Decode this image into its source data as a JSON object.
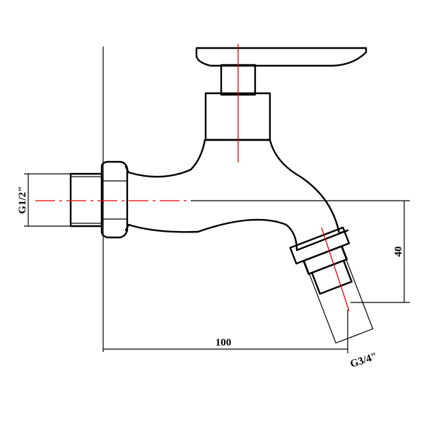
{
  "drawing": {
    "dimensions": {
      "inlet_thread": "G1/2\"",
      "outlet_thread": "G3/4\"",
      "horizontal_length": "100",
      "vertical_drop": "40"
    },
    "colors": {
      "outline": "#000000",
      "center_line": "#e60000",
      "background": "#ffffff"
    }
  }
}
